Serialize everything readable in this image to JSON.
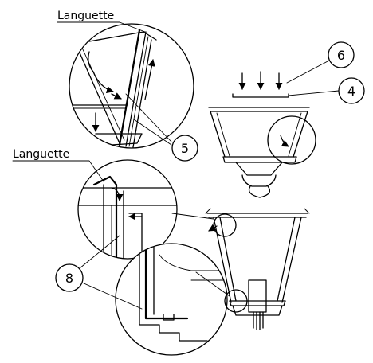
{
  "labels": {
    "languette_top": "Languette",
    "languette_mid": "Languette"
  },
  "callouts": {
    "n4": "4",
    "n5": "5",
    "n6": "6",
    "n8": "8"
  }
}
